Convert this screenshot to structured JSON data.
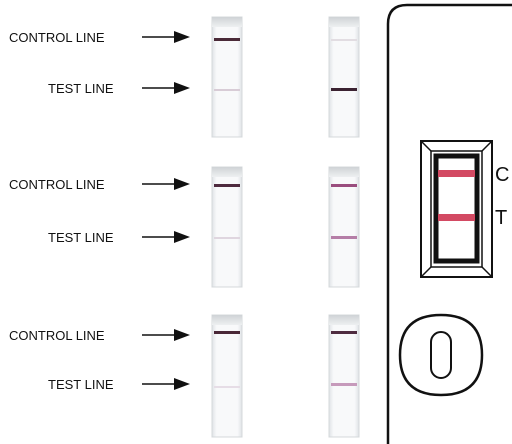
{
  "rows": [
    {
      "control_label": "CONTROL LINE",
      "test_label": "TEST LINE",
      "left_strip": {
        "control": "#4a2a38",
        "test": "#d8ccd6"
      },
      "right_strip": {
        "control": "#e2dde2",
        "test": "#3b2231"
      }
    },
    {
      "control_label": "CONTROL LINE",
      "test_label": "TEST LINE",
      "left_strip": {
        "control": "#4e2a3e",
        "test": "#dfd6df"
      },
      "right_strip": {
        "control": "#9a4d7e",
        "test": "#b57ea7"
      }
    },
    {
      "control_label": "CONTROL LINE",
      "test_label": "TEST LINE",
      "left_strip": {
        "control": "#4a2837",
        "test": "#e6dde6"
      },
      "right_strip": {
        "control": "#4f2c40",
        "test": "#c69abb"
      }
    }
  ],
  "cassette": {
    "c_label": "C",
    "t_label": "T",
    "line_color": "#d34a63"
  }
}
